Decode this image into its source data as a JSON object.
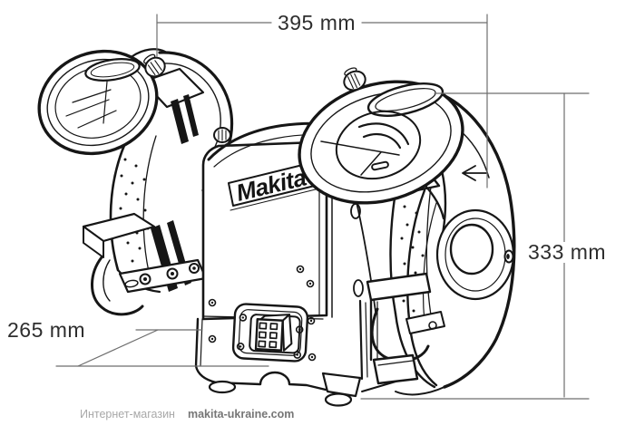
{
  "drawing": {
    "product": "bench grinder",
    "brand_logo": "Makita",
    "dimensions": {
      "width_label": "395 mm",
      "height_label": "333 mm",
      "depth_label": "265 mm"
    }
  },
  "footer": {
    "store": "Интернет-магазин",
    "site": "makita-ukraine.com"
  },
  "colors": {
    "line": "#161616",
    "dimension_line": "#6e6e6e",
    "dimension_text": "#2e2e2e",
    "footer_store": "#a8a8a8",
    "footer_site": "#767676",
    "background": "#ffffff"
  }
}
